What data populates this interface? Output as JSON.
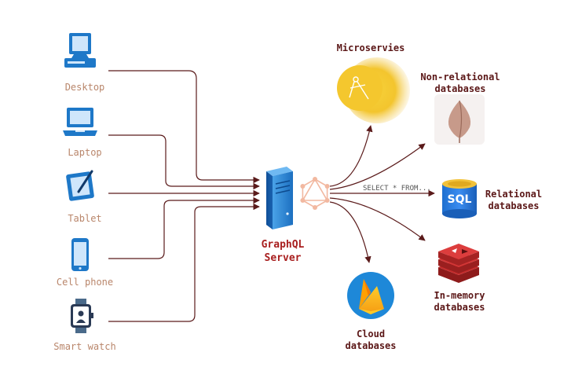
{
  "clients": [
    {
      "label": "Desktop",
      "icon": "desktop-computer-icon"
    },
    {
      "label": "Laptop",
      "icon": "laptop-icon"
    },
    {
      "label": "Tablet",
      "icon": "tablet-icon"
    },
    {
      "label": "Cell phone",
      "icon": "cell-phone-icon"
    },
    {
      "label": "Smart watch",
      "icon": "smart-watch-icon"
    }
  ],
  "server": {
    "line1": "GraphQL",
    "line2": "Server",
    "icon": "server-tower-icon",
    "graph_icon": "graphql-logo-icon"
  },
  "query": "SELECT * FROM...",
  "sql_badge": "SQL",
  "targets": {
    "microservices": {
      "label": "Microservies"
    },
    "nonrelational": {
      "line1": "Non-relational",
      "line2": "databases"
    },
    "relational": {
      "line1": "Relational",
      "line2": "databases"
    },
    "inmemory": {
      "line1": "In-memory",
      "line2": "databases"
    },
    "cloud": {
      "line1": "Cloud",
      "line2": "databases"
    }
  },
  "colors": {
    "connector": "#5a1a1a",
    "client_label": "#b9866b",
    "target_label": "#5b1717",
    "server_label": "#a81e1e",
    "device_blue": "#1e78c8"
  }
}
